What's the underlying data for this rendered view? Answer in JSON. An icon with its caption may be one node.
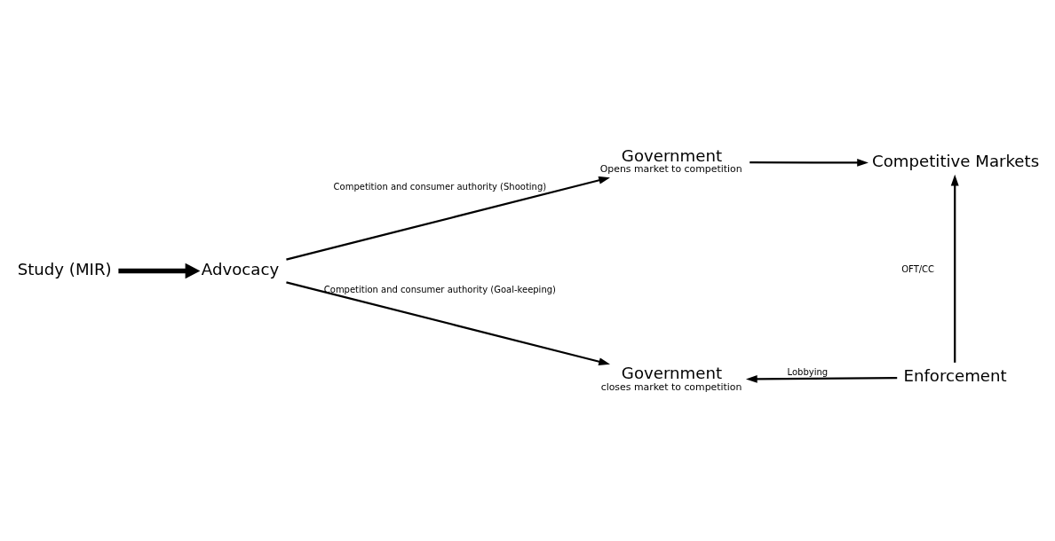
{
  "diagram": {
    "nodes": [
      {
        "text": [
          "Study (MIR)"
        ]
      },
      {
        "text": [
          "Advocacy"
        ]
      },
      {
        "text": [
          "Government",
          "Opens market to competition"
        ]
      },
      {
        "text": [
          "Competitive Markets"
        ]
      },
      {
        "text": [
          "Enforcement"
        ]
      },
      {
        "text": [
          "Government",
          "closes market to competition"
        ]
      }
    ],
    "edges": [
      {
        "from": 0,
        "to": 1,
        "arrow": "to",
        "style": "thick"
      },
      {
        "from": 1,
        "to": 2,
        "arrow": "to",
        "label": "Competition and consumer authority (Shooting)"
      },
      {
        "from": 2,
        "to": 3,
        "arrow": "to"
      },
      {
        "from": 4,
        "to": 3,
        "arrow": "to",
        "label": "OFT/CC"
      },
      {
        "from": 4,
        "to": 5,
        "arrow": "to",
        "label": "Lobbying"
      },
      {
        "from": 1,
        "to": 5,
        "arrow": "to",
        "label": "Competition and consumer authority (Goal-keeping)"
      }
    ]
  }
}
